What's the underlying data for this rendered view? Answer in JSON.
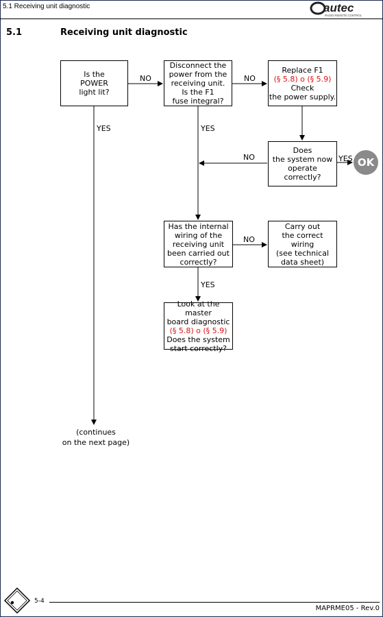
{
  "header": {
    "title": "5.1 Receiving unit diagnostic",
    "logo_text": "autec",
    "logo_tagline": "RADIO REMOTE CONTROL"
  },
  "section": {
    "number": "5.1",
    "title": "Receiving unit diagnostic"
  },
  "flowchart": {
    "box_power": [
      "Is the",
      "POWER",
      "light lit?"
    ],
    "box_disconnect": [
      "Disconnect the",
      "power from the",
      "receiving unit.",
      "Is the F1",
      "fuse integral?"
    ],
    "box_replace": {
      "line1": "Replace F1",
      "line2": "(§ 5.8) o (§ 5.9)",
      "line3": "Check",
      "line4": "the power supply."
    },
    "box_operate": [
      "Does",
      "the system now",
      "operate",
      "correctly?"
    ],
    "box_wiring": [
      "Has the internal",
      "wiring of the",
      "receiving unit",
      "been carried out",
      "correctly?"
    ],
    "box_carry": [
      "Carry out",
      "the correct",
      "wiring",
      "(see technical",
      "data sheet)"
    ],
    "box_master": {
      "line1": "Look at the master",
      "line2": "board diagnostic",
      "line3": "(§ 5.8) o (§ 5.9)",
      "line4": "Does the system",
      "line5": "start correctly?"
    },
    "labels": {
      "no": "NO",
      "yes": "YES",
      "ok": "OK"
    },
    "continues": [
      "(continues",
      "on the next page)"
    ]
  },
  "footer": {
    "page": "5-4",
    "ref": "MAPRME05 - Rev.0"
  }
}
